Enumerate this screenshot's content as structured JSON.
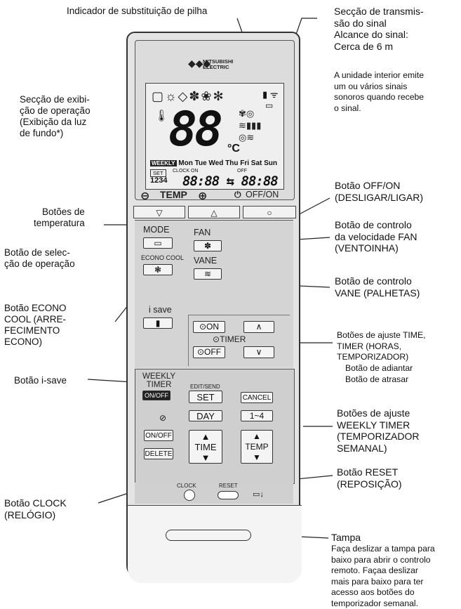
{
  "labels": {
    "battery": "Indicador de substituição de pilha",
    "transmit": "Secção de transmis-\nsão do sinal\nAlcance do sinal:\nCerca de 6 m",
    "transmit_note": "A unidade interior emite\num ou vários sinais\nsonoros quando recebe\no sinal.",
    "display": "Secção de exibi-\nção de operação\n(Exibição da luz\nde fundo*)",
    "offon": "Botão OFF/ON\n(DESLIGAR/LIGAR)",
    "temp_buttons": "Botões de\ntemperatura",
    "fan": "Botão de controlo\nda velocidade FAN\n(VENTOINHA)",
    "mode": "Botão de selec-\nção de operação",
    "vane": "Botão de controlo\nVANE (PALHETAS)",
    "econo": "Botão ECONO\nCOOL (ARRE-\nFECIMENTO\nECONO)",
    "time_timer": "Botões de ajuste TIME,\nTIMER (HORAS,\nTEMPORIZADOR)",
    "advance": "Botão de adiantar",
    "delay": "Botão de atrasar",
    "isave": "Botão i-save",
    "weekly": "Botões de ajuste\nWEEKLY TIMER\n(TEMPORIZADOR\nSEMANAL)",
    "reset": "Botão RESET\n(REPOSIÇÃO)",
    "clock": "Botão CLOCK\n(RELÓGIO)",
    "cover": "Tampa",
    "cover_note": "Faça deslizar a tampa para\nbaixo para abrir o controlo\nremoto. Façaa deslizar\nmais para baixo para ter\nacesso aos botões do\ntemporizador semanal."
  },
  "remote": {
    "brand": "MITSUBISHI\nELECTRIC",
    "lcd_digits": "88",
    "lcd_unit": "°C",
    "lcd_weekly": "WEEKLY",
    "lcd_days": "Mon Tue Wed Thu Fri Sat Sun",
    "lcd_set": "SET",
    "lcd_clock_on": "CLOCK ON",
    "lcd_off": "OFF",
    "lcd_1234": "1234",
    "lcd_time": "88:88 ⇆ 88:88",
    "temp": "TEMP",
    "offon": "OFF/ON",
    "mode": "MODE",
    "fan": "FAN",
    "vane": "VANE",
    "econo": "ECONO COOL",
    "isave": "i save",
    "on": "ON",
    "timer": "TIMER",
    "off": "OFF",
    "weekly_timer": "WEEKLY\nTIMER",
    "on_off": "ON/OFF",
    "edit_send": "EDIT/SEND",
    "set": "SET",
    "cancel": "CANCEL",
    "day": "DAY",
    "range": "1~4",
    "delete": "DELETE",
    "time": "TIME",
    "temp_btn": "TEMP",
    "clock": "CLOCK",
    "reset": "RESET"
  }
}
